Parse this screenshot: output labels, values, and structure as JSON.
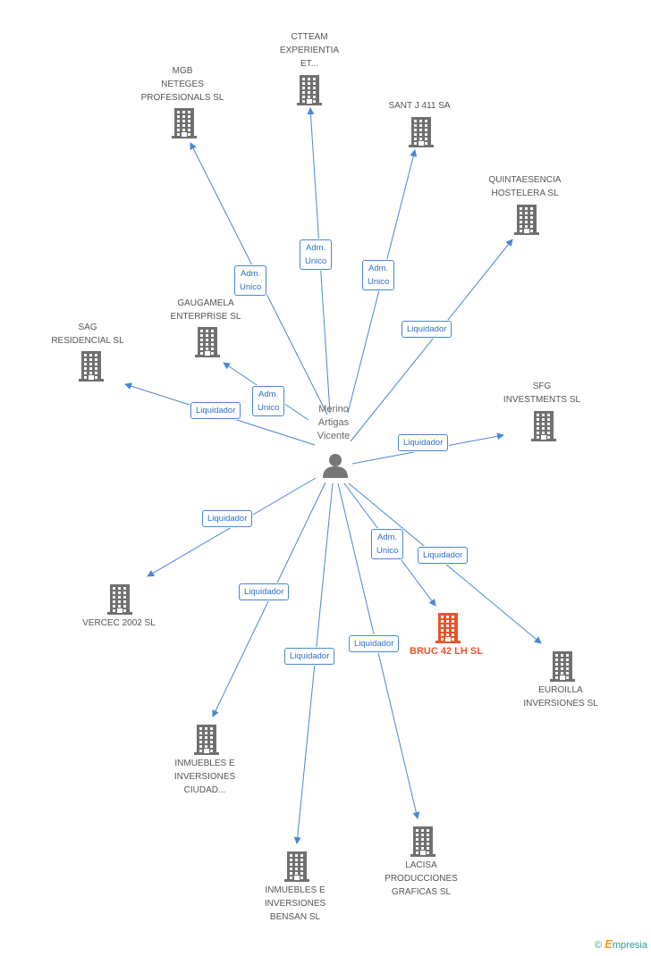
{
  "person": {
    "name": "Merino\nArtigas\nVicente"
  },
  "companies": [
    {
      "id": "ctteam",
      "name": "CTTEAM\nEXPERIENTIA\nET..."
    },
    {
      "id": "mgb",
      "name": "MGB\nNETEGES\nPROFESIONALS SL"
    },
    {
      "id": "santj",
      "name": "SANT J 411 SA"
    },
    {
      "id": "quinta",
      "name": "QUINTAESENCIA\nHOSTELERA SL"
    },
    {
      "id": "gauga",
      "name": "GAUGAMELA\nENTERPRISE SL"
    },
    {
      "id": "sag",
      "name": "SAG\nRESIDENCIAL SL"
    },
    {
      "id": "sfg",
      "name": "SFG\nINVESTMENTS SL"
    },
    {
      "id": "vercec",
      "name": "VERCEC 2002 SL"
    },
    {
      "id": "bruc",
      "name": "BRUC 42 LH SL",
      "highlight": true
    },
    {
      "id": "euroilla",
      "name": "EUROILLA\nINVERSIONES SL"
    },
    {
      "id": "inmciudad",
      "name": "INMUEBLES E\nINVERSIONES\nCIUDAD..."
    },
    {
      "id": "lacisa",
      "name": "LACISA\nPRODUCCIONES\nGRAFICAS SL"
    },
    {
      "id": "inmbensan",
      "name": "INMUEBLES E\nINVERSIONES\nBENSAN SL"
    }
  ],
  "relations": [
    {
      "to": "mgb",
      "label": "Adm.\nUnico"
    },
    {
      "to": "ctteam",
      "label": "Adm.\nUnico"
    },
    {
      "to": "santj",
      "label": "Adm.\nUnico"
    },
    {
      "to": "quinta",
      "label": "Liquidador"
    },
    {
      "to": "gauga",
      "label": "Adm.\nUnico"
    },
    {
      "to": "sag",
      "label": "Liquidador"
    },
    {
      "to": "sfg",
      "label": "Liquidador"
    },
    {
      "to": "vercec",
      "label": "Liquidador"
    },
    {
      "to": "bruc",
      "label": "Adm.\nUnico"
    },
    {
      "to": "euroilla",
      "label": "Liquidador"
    },
    {
      "to": "inmciudad",
      "label": "Liquidador"
    },
    {
      "to": "inmbensan",
      "label": "Liquidador"
    },
    {
      "to": "lacisa",
      "label": "Liquidador"
    }
  ],
  "colors": {
    "edge": "#4a86d6",
    "building": "#707070",
    "highlight": "#e8542a"
  },
  "brand": {
    "symbol": "©",
    "initial": "E",
    "rest": "mpresia"
  }
}
